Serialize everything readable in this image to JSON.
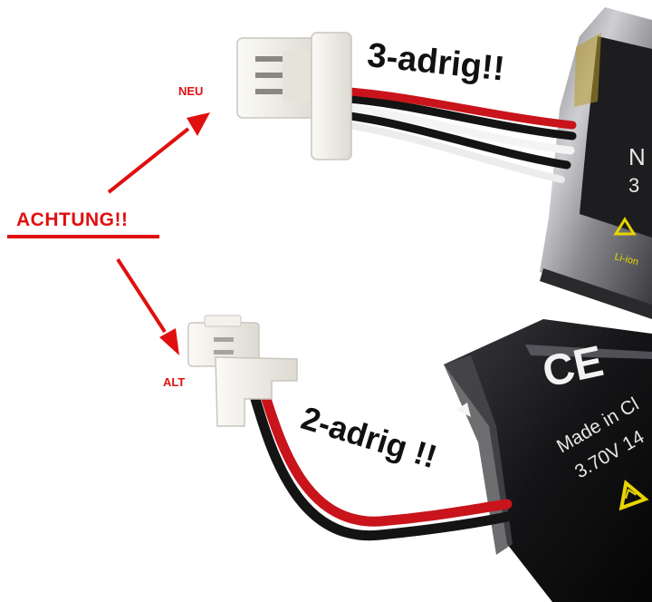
{
  "warning": {
    "text": "ACHTUNG!!"
  },
  "labels": {
    "new": "NEU",
    "old": "ALT"
  },
  "handwriting": {
    "three_wire": "3-adrig!!",
    "two_wire": "2-adrig !!"
  },
  "battery_print": {
    "made_in": "Made in Cl",
    "voltage": "3.70V 14",
    "li_ion": "Li-ion",
    "partial_top_1": "N",
    "partial_top_2": "3"
  },
  "colors": {
    "accent_red": "#e01010",
    "wire_red": "#c8141a",
    "wire_black": "#141414",
    "wire_white": "#f4f4f4",
    "battery_dark": "#1c1c1e",
    "battery_silver": "#9a9a9e",
    "connector": "#f1efe9",
    "recycle_yellow": "#e8d400"
  }
}
